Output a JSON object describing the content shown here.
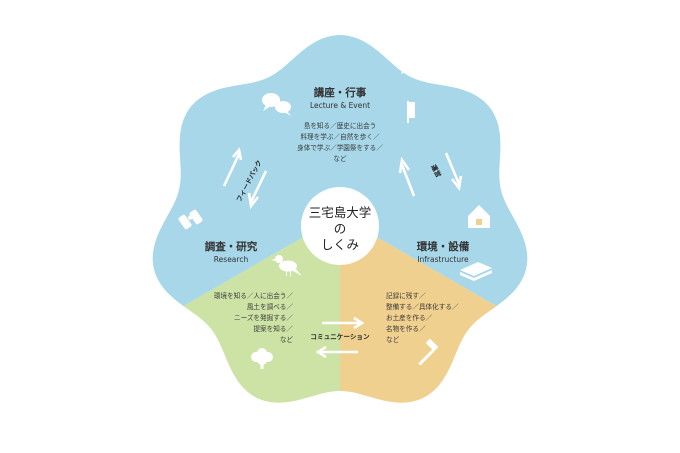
{
  "center": {
    "line1": "三宅島大学",
    "line2": "の",
    "line3": "しくみ"
  },
  "lecture": {
    "title": "講座・行事",
    "subtitle": "Lecture & Event",
    "items": [
      "島を知る／歴史に出会う",
      "料理を学ぶ／自然を歩く／",
      "身体で学ぶ／学園祭をする／",
      "など"
    ],
    "icons": [
      "speech-bubbles-icon",
      "pencil-icon",
      "banner-flag-icon"
    ]
  },
  "research": {
    "title": "調査・研究",
    "subtitle": "Research",
    "items": [
      "環境を知る／人に出会う／",
      "風土を調べる／",
      "ニーズを発掘する／",
      "提案を知る／",
      "など"
    ],
    "icons": [
      "binoculars-icon",
      "bird-icon",
      "tree-icon"
    ]
  },
  "infra": {
    "title": "環境・設備",
    "subtitle": "Infrastructure",
    "items": [
      "記録に残す／",
      "整備する／具体化する／",
      "お土産を作る／",
      "名物を作る／",
      "など"
    ],
    "icons": [
      "house-icon",
      "book-icon",
      "hammer-icon"
    ]
  },
  "arrows": {
    "feedback": "フィードバック",
    "operation": "運営",
    "communication": "コミュニケーション"
  },
  "colors": {
    "blue": "#a7d7e8",
    "green": "#cde3a5",
    "orange": "#f0d08e",
    "ink": "#333333"
  }
}
